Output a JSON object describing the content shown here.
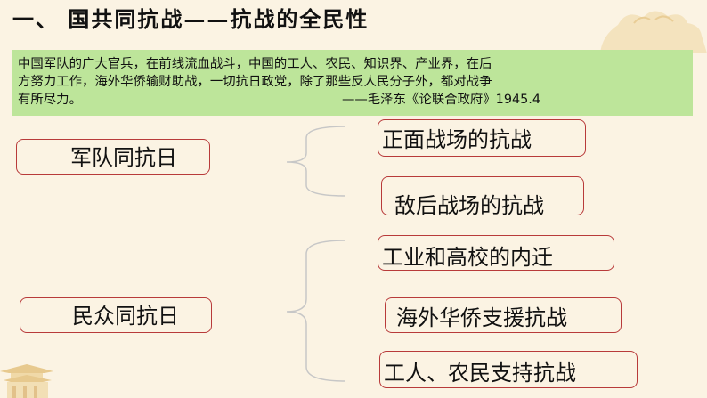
{
  "title": "一、 国共同抗战——抗战的全民性",
  "quote": {
    "line1": "中国军队的广大官兵，在前线流血战斗，中国的工人、农民、知识界、产业界，在后",
    "line2": "方努力工作，海外华侨输财助战，一切抗日政党，除了那些反人民分子外，都对战争",
    "line3": "有所尽力。",
    "source": "——毛泽东《论联合政府》1945.4"
  },
  "groups": [
    {
      "label": "军队同抗日",
      "items": [
        "正面战场的抗战",
        "敌后战场的抗战"
      ]
    },
    {
      "label": "民众同抗日",
      "items": [
        "工业和高校的内迁",
        "海外华侨支援抗战",
        "工人、农民支持抗战"
      ]
    }
  ],
  "colors": {
    "background": "#fbf3e3",
    "quote_bg": "#bde59a",
    "box_border": "#b83a3a",
    "brace": "#c7c7c7"
  },
  "icons": [
    "cloud-decoration",
    "palace-decoration"
  ]
}
